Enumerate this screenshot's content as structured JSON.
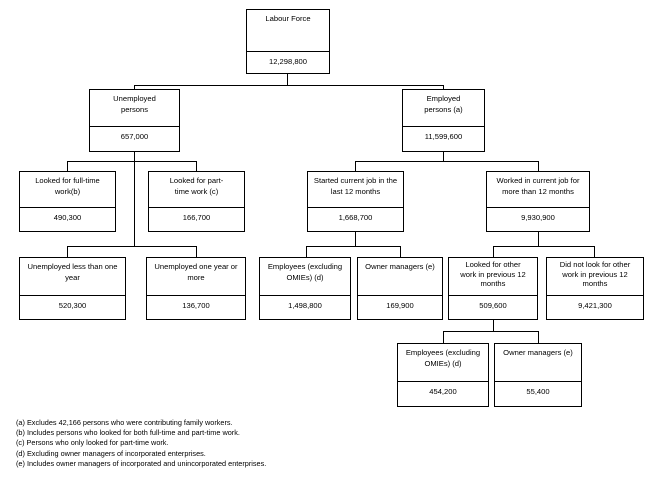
{
  "nodes": {
    "labour_force": {
      "label": "Labour Force",
      "value": "12,298,800"
    },
    "unemployed": {
      "label": "Unemployed persons",
      "value": "657,000"
    },
    "employed": {
      "label": "Employed persons (a)",
      "value": "11,599,600"
    },
    "looked_full_time": {
      "label": "Looked for full-time work(b)",
      "value": "490,300"
    },
    "looked_part_time": {
      "label": "Looked for part-time work (c)",
      "value": "166,700"
    },
    "unemployed_less_year": {
      "label": "Unemployed less than one year",
      "value": "520,300"
    },
    "unemployed_one_year": {
      "label": "Unemployed one year or more",
      "value": "136,700"
    },
    "started_last_12": {
      "label": "Started current job in the last 12 months",
      "value": "1,668,700"
    },
    "worked_more_12": {
      "label": "Worked in current job for more than 12 months",
      "value": "9,930,900"
    },
    "employees_excl_omies_1": {
      "label": "Employees (excluding OMIEs) (d)",
      "value": "1,498,800"
    },
    "owner_managers_1": {
      "label": "Owner managers (e)",
      "value": "169,900"
    },
    "looked_other_work": {
      "label": "Looked for other work in previous 12 months",
      "value": "509,600"
    },
    "did_not_look": {
      "label": "Did not look for other work in previous 12 months",
      "value": "9,421,300"
    },
    "employees_excl_omies_2": {
      "label": "Employees (excluding OMIEs) (d)",
      "value": "454,200"
    },
    "owner_managers_2": {
      "label": "Owner managers (e)",
      "value": "55,400"
    }
  },
  "footnotes": [
    "(a) Excludes 42,166 persons who were contributing family workers.",
    "(b) Includes persons who looked for both full-time and part-time work.",
    "(c) Persons who only looked for part-time work.",
    "(d) Excluding owner managers of incorporated enterprises.",
    "(e) Includes owner managers of incorporated and unincorporated enterprises."
  ]
}
